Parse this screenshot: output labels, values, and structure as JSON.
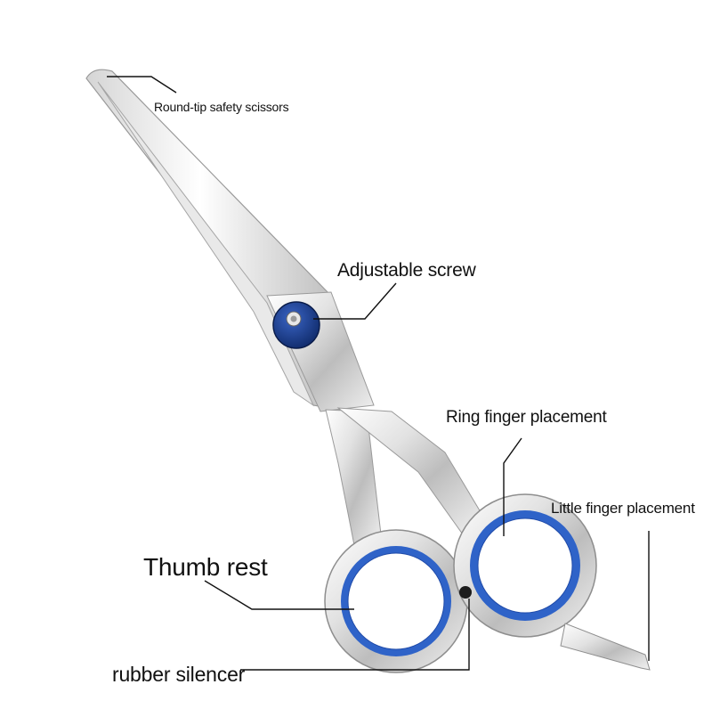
{
  "labels": {
    "round_tip": "Round-tip safety scissors",
    "adjustable_screw": "Adjustable screw",
    "ring_finger": "Ring finger placement",
    "little_finger": "Little finger placement",
    "thumb_rest": "Thumb rest",
    "rubber_silencer": "rubber silencer"
  },
  "colors": {
    "steel_light": "#f4f4f4",
    "steel_mid": "#c9c9c9",
    "steel_dark": "#8e8e8e",
    "rubber_blue": "#2f63c8",
    "screw_blue": "#173a86",
    "leader_line": "#111111"
  }
}
